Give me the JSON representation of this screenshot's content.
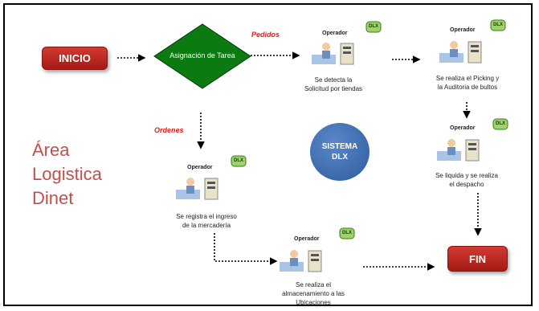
{
  "start_label": "INICIO",
  "end_label": "FIN",
  "decision_label": "Asignación de Tarea",
  "flow_pedidos": "Pedidos",
  "flow_ordenes": "Ordenes",
  "sistema": {
    "line1": "SISTEMA",
    "line2": "DLX"
  },
  "area_title": {
    "line1": "Área",
    "line2": "Logistica",
    "line3": "Dinet"
  },
  "operator_label": "Operador",
  "dlx_label": "DLX",
  "steps": [
    {
      "caption_line1": "Se detecta la",
      "caption_line2": "Solicitud por tiendas"
    },
    {
      "caption_line1": "Se realiza el Picking y",
      "caption_line2": "la Auditoria de bultos"
    },
    {
      "caption_line1": "Se liquida y se realiza",
      "caption_line2": "el despacho"
    },
    {
      "caption_line1": "Se registra el ingreso",
      "caption_line2": "de la mercadería"
    },
    {
      "caption_line1": "Se realiza el",
      "caption_line2": "almacenamiento a las",
      "caption_line3": "Ubicaciones"
    }
  ],
  "colors": {
    "red": "#c0392b",
    "green": "#0b7a10",
    "blue": "#2d5c9e",
    "title": "#c0504d"
  }
}
